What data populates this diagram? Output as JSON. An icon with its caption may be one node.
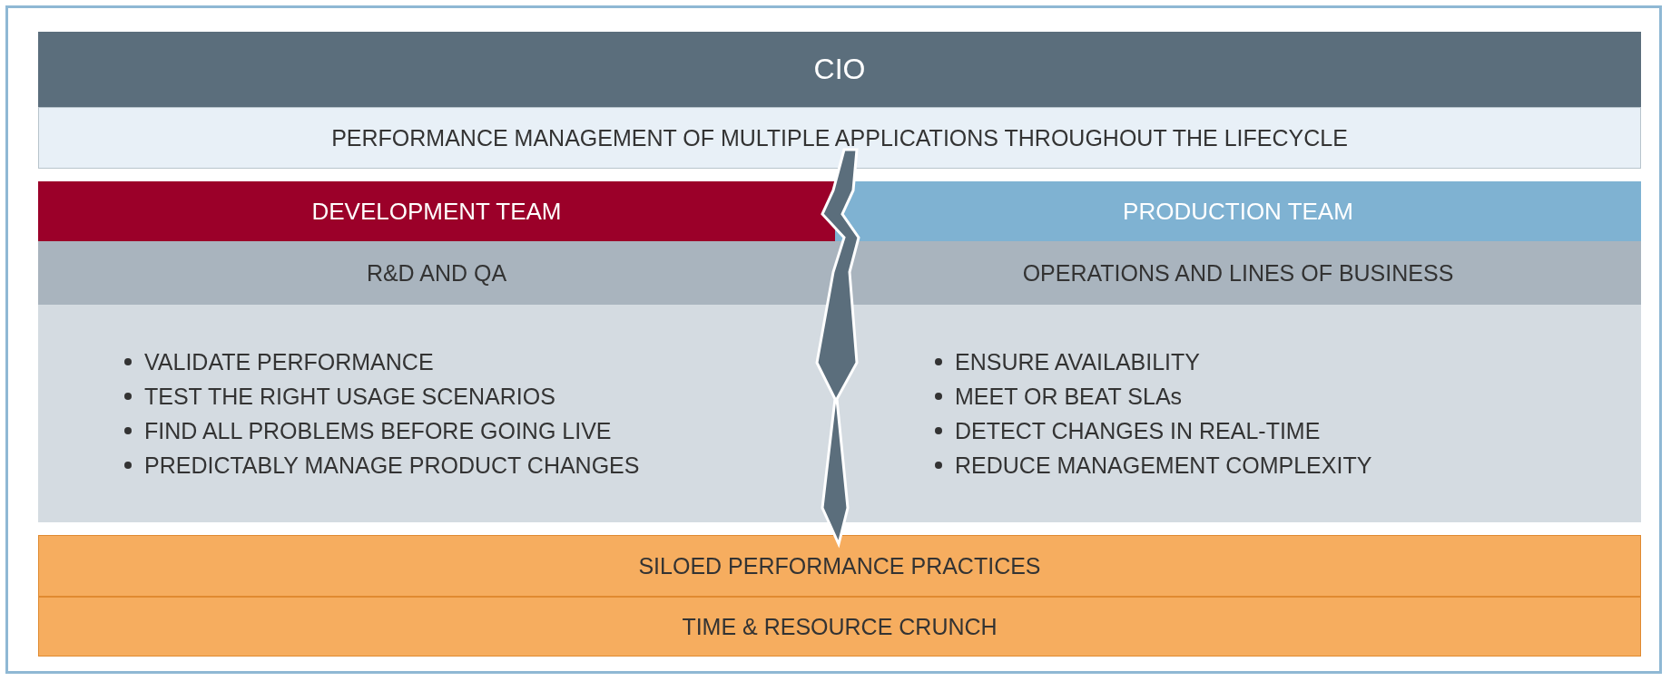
{
  "diagram": {
    "nodes": [
      {
        "text": [
          "CIO"
        ]
      },
      {
        "text": [
          "PERFORMANCE MANAGEMENT OF MULTIPLE APPLICATIONS THROUGHOUT THE LIFECYCLE"
        ]
      },
      {
        "text": [
          "DEVELOPMENT TEAM"
        ]
      },
      {
        "text": [
          "PRODUCTION TEAM"
        ]
      },
      {
        "text": [
          "R&D AND QA"
        ]
      },
      {
        "text": [
          "OPERATIONS AND LINES OF BUSINESS"
        ]
      },
      {
        "text": [
          "VALIDATE PERFORMANCE",
          "TEST THE RIGHT USAGE SCENARIOS",
          "FIND ALL PROBLEMS BEFORE GOING LIVE",
          "PREDICTABLY MANAGE PRODUCT CHANGES"
        ]
      },
      {
        "text": [
          "ENSURE AVAILABILITY",
          "MEET OR BEAT SLAs",
          "DETECT CHANGES IN REAL-TIME",
          "REDUCE MANAGEMENT COMPLEXITY"
        ]
      },
      {
        "text": [
          "SILOED PERFORMANCE PRACTICES"
        ]
      },
      {
        "text": [
          "TIME & RESOURCE CRUNCH"
        ]
      }
    ]
  }
}
